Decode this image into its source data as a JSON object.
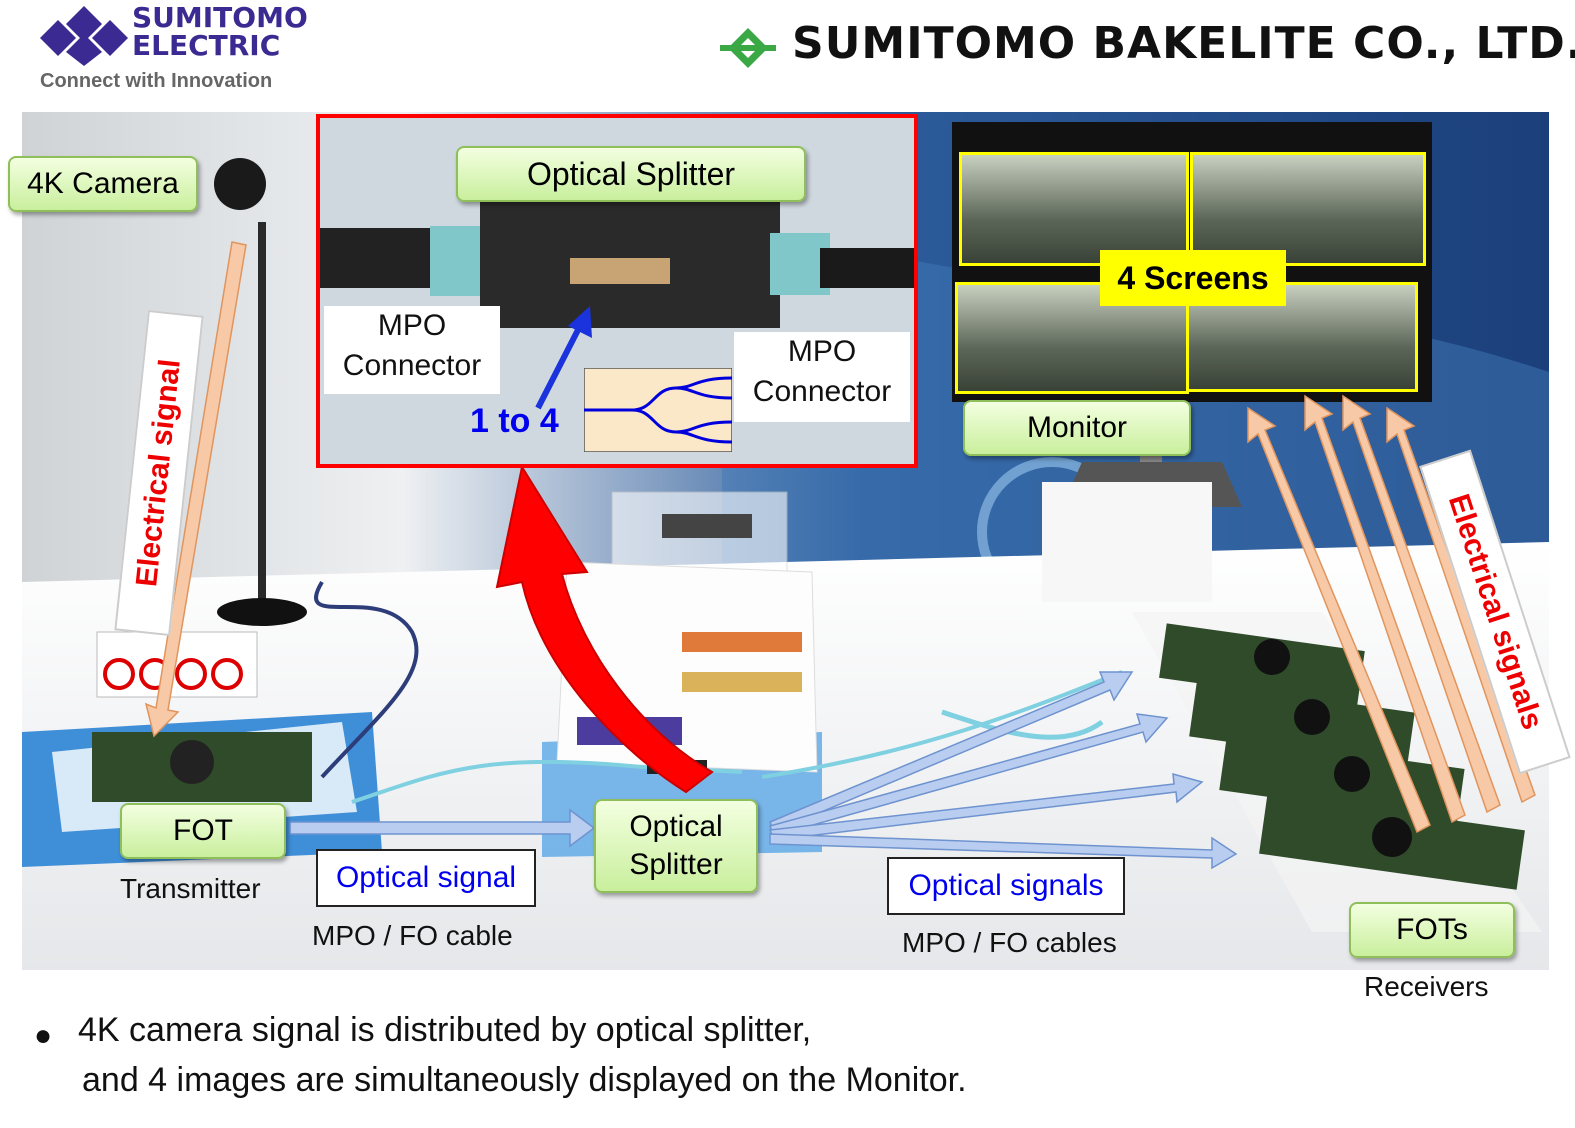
{
  "header": {
    "left_logo": {
      "line1": "SUMITOMO",
      "line2": "ELECTRIC",
      "tagline": "Connect with Innovation"
    },
    "right_logo": {
      "name": "SUMITOMO BAKELITE CO., LTD."
    }
  },
  "photo": {
    "labels": {
      "camera": "4K Camera",
      "electrical_signal": "Electrical signal",
      "electrical_signals": "Electrical signals",
      "fot": "FOT",
      "transmitter": "Transmitter",
      "optical_signal": "Optical signal",
      "mpo_fo_cable": "MPO / FO cable",
      "splitter_line1": "Optical",
      "splitter_line2": "Splitter",
      "optical_signals": "Optical signals",
      "mpo_fo_cables": "MPO / FO cables",
      "fots": "FOTs",
      "receivers": "Receivers",
      "monitor": "Monitor",
      "four_screens": "4 Screens"
    },
    "inset": {
      "title": "Optical Splitter",
      "mpo_left_line1": "MPO",
      "mpo_left_line2": "Connector",
      "mpo_right_line1": "MPO",
      "mpo_right_line2": "Connector",
      "ratio": "1 to 4"
    }
  },
  "note": {
    "bullet": "●",
    "line1": "4K camera signal is distributed by optical splitter,",
    "line2": "and 4 images are simultaneously displayed on the Monitor."
  },
  "colors": {
    "accent_red": "#ff0000",
    "arrow_blue": "#b8cdf0",
    "arrow_orange": "#f7c9a6",
    "label_green": "#c9ef9d",
    "highlight_yellow": "#ffff00",
    "signal_text_blue": "#0000ee"
  }
}
